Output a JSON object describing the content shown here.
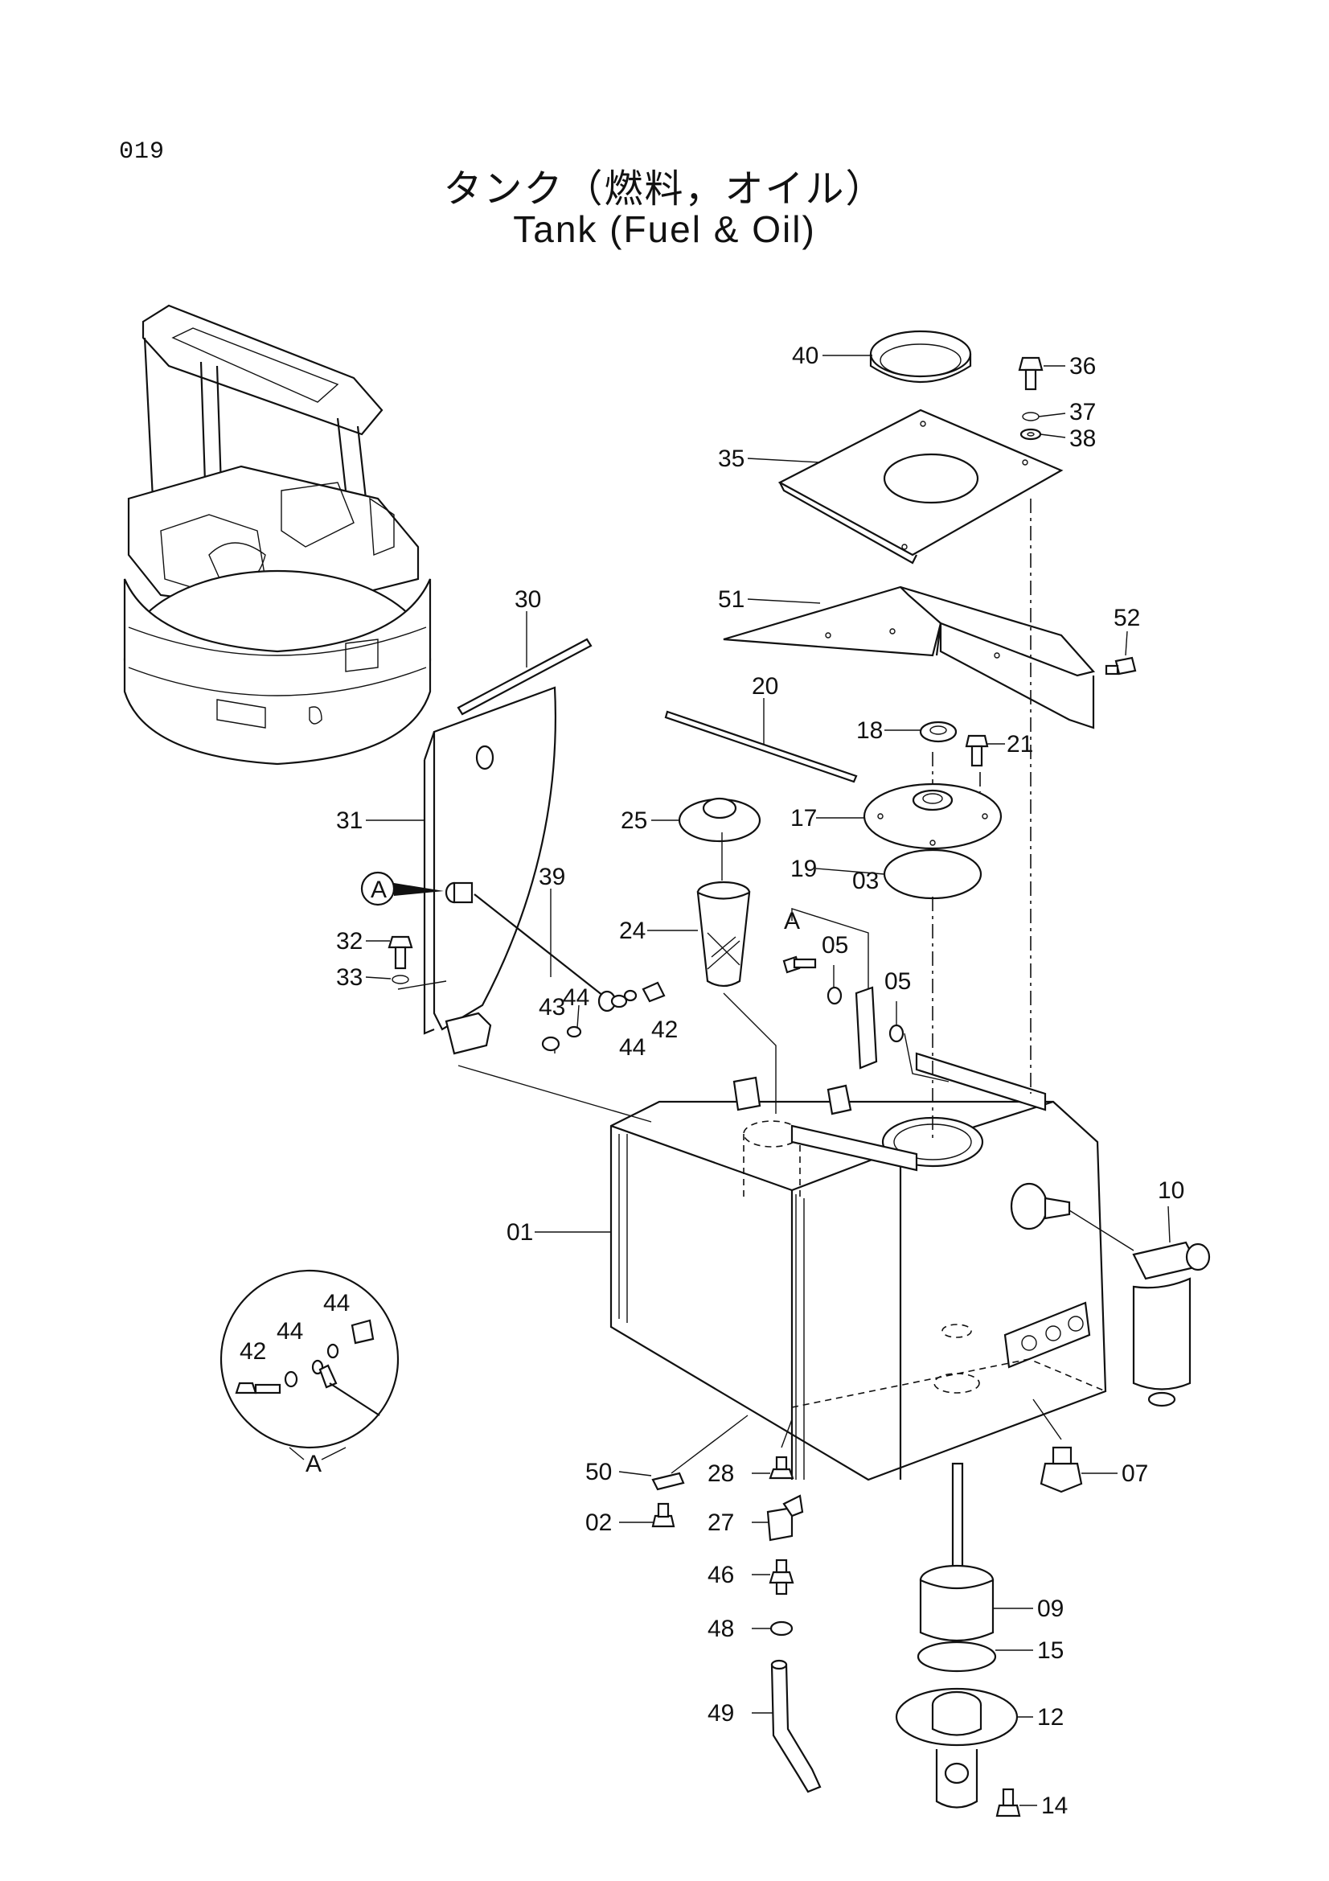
{
  "page_number": "019",
  "title_jp": "タンク（燃料，オイル）",
  "title_en": "Tank (Fuel & Oil)",
  "detail_view_label": "A",
  "pointer_label": "A",
  "part_labels": [
    {
      "id": "40",
      "text": "40"
    },
    {
      "id": "36",
      "text": "36"
    },
    {
      "id": "37",
      "text": "37"
    },
    {
      "id": "38",
      "text": "38"
    },
    {
      "id": "35",
      "text": "35"
    },
    {
      "id": "51",
      "text": "51"
    },
    {
      "id": "52",
      "text": "52"
    },
    {
      "id": "30",
      "text": "30"
    },
    {
      "id": "20",
      "text": "20"
    },
    {
      "id": "18",
      "text": "18"
    },
    {
      "id": "21",
      "text": "21"
    },
    {
      "id": "31",
      "text": "31"
    },
    {
      "id": "25",
      "text": "25"
    },
    {
      "id": "17",
      "text": "17"
    },
    {
      "id": "19",
      "text": "19"
    },
    {
      "id": "39",
      "text": "39"
    },
    {
      "id": "03",
      "text": "03"
    },
    {
      "id": "24",
      "text": "24"
    },
    {
      "id": "05a",
      "text": "05"
    },
    {
      "id": "05b",
      "text": "05"
    },
    {
      "id": "A2",
      "text": "A"
    },
    {
      "id": "32",
      "text": "32"
    },
    {
      "id": "33",
      "text": "33"
    },
    {
      "id": "43",
      "text": "43"
    },
    {
      "id": "44a",
      "text": "44"
    },
    {
      "id": "44b",
      "text": "44"
    },
    {
      "id": "42",
      "text": "42"
    },
    {
      "id": "10",
      "text": "10"
    },
    {
      "id": "01",
      "text": "01"
    },
    {
      "id": "d44a",
      "text": "44"
    },
    {
      "id": "d44b",
      "text": "44"
    },
    {
      "id": "d42",
      "text": "42"
    },
    {
      "id": "50",
      "text": "50"
    },
    {
      "id": "28",
      "text": "28"
    },
    {
      "id": "07",
      "text": "07"
    },
    {
      "id": "02",
      "text": "02"
    },
    {
      "id": "27",
      "text": "27"
    },
    {
      "id": "46",
      "text": "46"
    },
    {
      "id": "09",
      "text": "09"
    },
    {
      "id": "48",
      "text": "48"
    },
    {
      "id": "15",
      "text": "15"
    },
    {
      "id": "49",
      "text": "49"
    },
    {
      "id": "12",
      "text": "12"
    },
    {
      "id": "14",
      "text": "14"
    }
  ]
}
